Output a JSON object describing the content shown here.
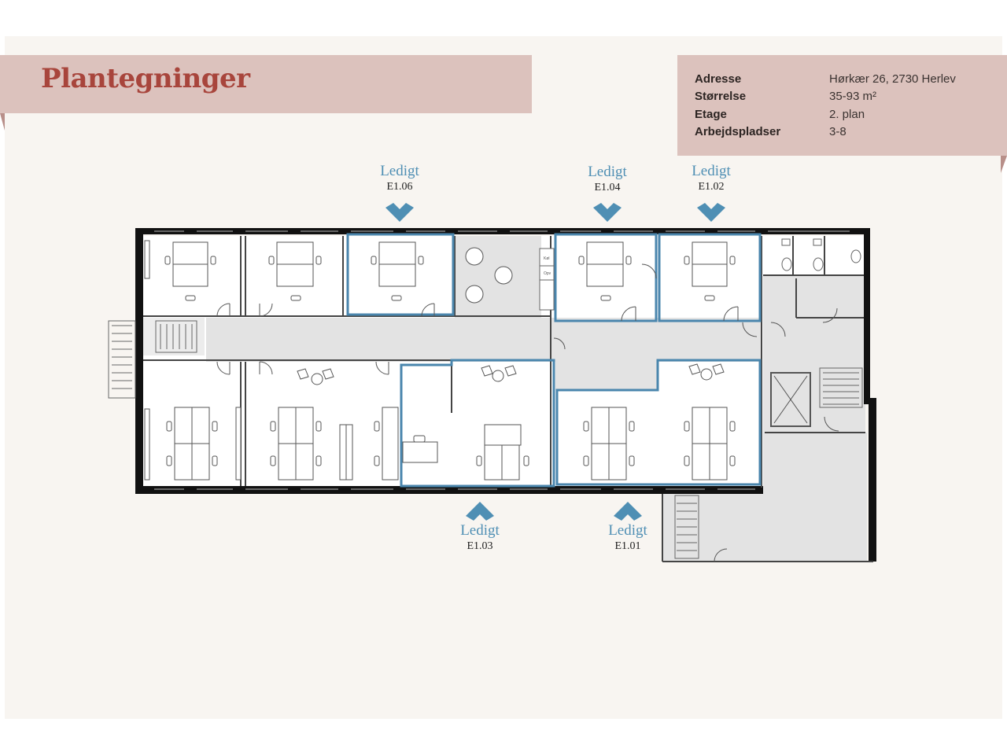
{
  "header": {
    "title": "Plantegninger"
  },
  "info": [
    {
      "label": "Adresse",
      "value": "Hørkær 26, 2730 Herlev"
    },
    {
      "label": "Størrelse",
      "value": "35-93 m²"
    },
    {
      "label": "Etage",
      "value": "2. plan"
    },
    {
      "label": "Arbejdspladser",
      "value": "3-8"
    }
  ],
  "units": [
    {
      "status": "Ledigt",
      "id": "E1.06"
    },
    {
      "status": "Ledigt",
      "id": "E1.04"
    },
    {
      "status": "Ledigt",
      "id": "E1.02"
    },
    {
      "status": "Ledigt",
      "id": "E1.03"
    },
    {
      "status": "Ledigt",
      "id": "E1.01"
    }
  ],
  "kitchen_labels": {
    "fridge": "Køl",
    "dishwasher": "Opv"
  },
  "colors": {
    "accent": "#4f8fb4",
    "band": "#dcc2bd",
    "title": "#a8453c",
    "wall": "#111111",
    "corridor": "#e3e3e3"
  }
}
